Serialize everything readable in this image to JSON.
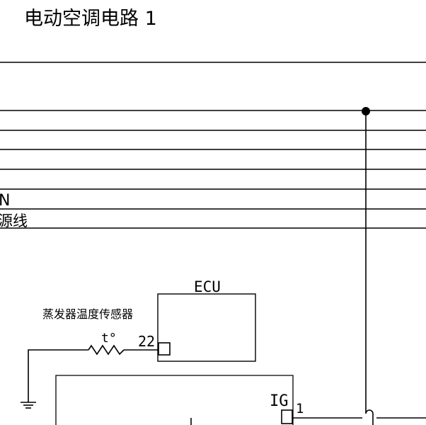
{
  "title": "电动空调电路 1",
  "bus_labels": {
    "line6": "N",
    "line7": "源线"
  },
  "ecu": {
    "label": "ECU",
    "pin_label": "22"
  },
  "sensor": {
    "label": "蒸发器温度传感器",
    "symbol": "t°"
  },
  "ig": {
    "label": "IG",
    "pin_label": "1"
  },
  "icons": [
    "ground-icon",
    "junction-dot-icon",
    "wire-crossover-icon",
    "resistor-icon"
  ]
}
